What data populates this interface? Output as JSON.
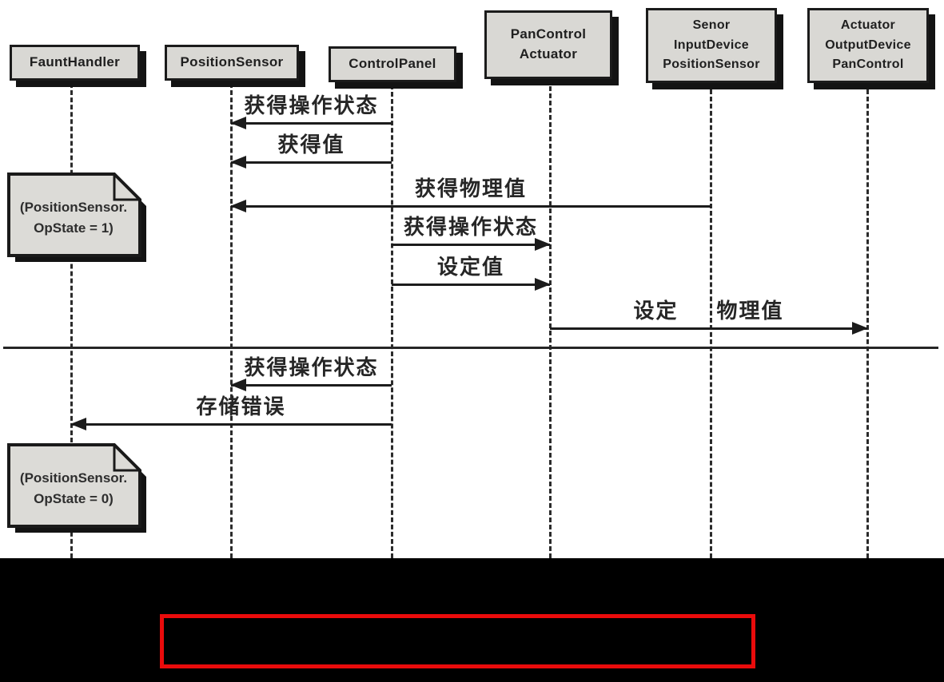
{
  "diagram": {
    "type": "uml-sequence-diagram",
    "actors": [
      {
        "name": "FauntHandler",
        "lines": [
          "FauntHandler"
        ]
      },
      {
        "name": "PositionSensor",
        "lines": [
          "PositionSensor"
        ]
      },
      {
        "name": "ControlPanel",
        "lines": [
          "ControlPanel"
        ]
      },
      {
        "name": "PanControlActuator",
        "lines": [
          "PanControl",
          "Actuator"
        ]
      },
      {
        "name": "SenorInputDevicePositionSensor",
        "lines": [
          "Senor",
          "InputDevice",
          "PositionSensor"
        ]
      },
      {
        "name": "ActuatorOutputDevicePanControl",
        "lines": [
          "Actuator",
          "OutputDevice",
          "PanControl"
        ]
      }
    ],
    "messages": [
      {
        "label": "获得操作状态",
        "from": "ControlPanel",
        "to": "PositionSensor",
        "direction": "left"
      },
      {
        "label": "获得值",
        "from": "ControlPanel",
        "to": "PositionSensor",
        "direction": "left"
      },
      {
        "label": "获得物理值",
        "from": "SenorInputDevicePositionSensor",
        "to": "PositionSensor",
        "direction": "left"
      },
      {
        "label": "获得操作状态",
        "from": "ControlPanel",
        "to": "PanControlActuator",
        "direction": "right"
      },
      {
        "label": "设定值",
        "from": "ControlPanel",
        "to": "PanControlActuator",
        "direction": "right"
      },
      {
        "label": "设定 物理值",
        "label_parts": [
          "设定",
          "物理值"
        ],
        "from": "PanControlActuator",
        "to": "ActuatorOutputDevicePanControl",
        "direction": "right"
      },
      {
        "label": "获得操作状态",
        "from": "ControlPanel",
        "to": "PositionSensor",
        "direction": "left"
      },
      {
        "label": "存储错误",
        "from": "ControlPanel",
        "to": "FauntHandler",
        "direction": "left"
      }
    ],
    "notes": [
      {
        "lines": [
          "(PositionSensor.",
          "OpState = 1)"
        ],
        "attached_to": "FauntHandler"
      },
      {
        "lines": [
          "(PositionSensor.",
          "OpState = 0)"
        ],
        "attached_to": "FauntHandler"
      }
    ],
    "colors": {
      "actor_fill": "#d9d8d4",
      "line_black": "#1c1c1c",
      "background": "#ffffff",
      "footer_band": "#000000",
      "highlight_red": "#ea0b0b"
    }
  }
}
